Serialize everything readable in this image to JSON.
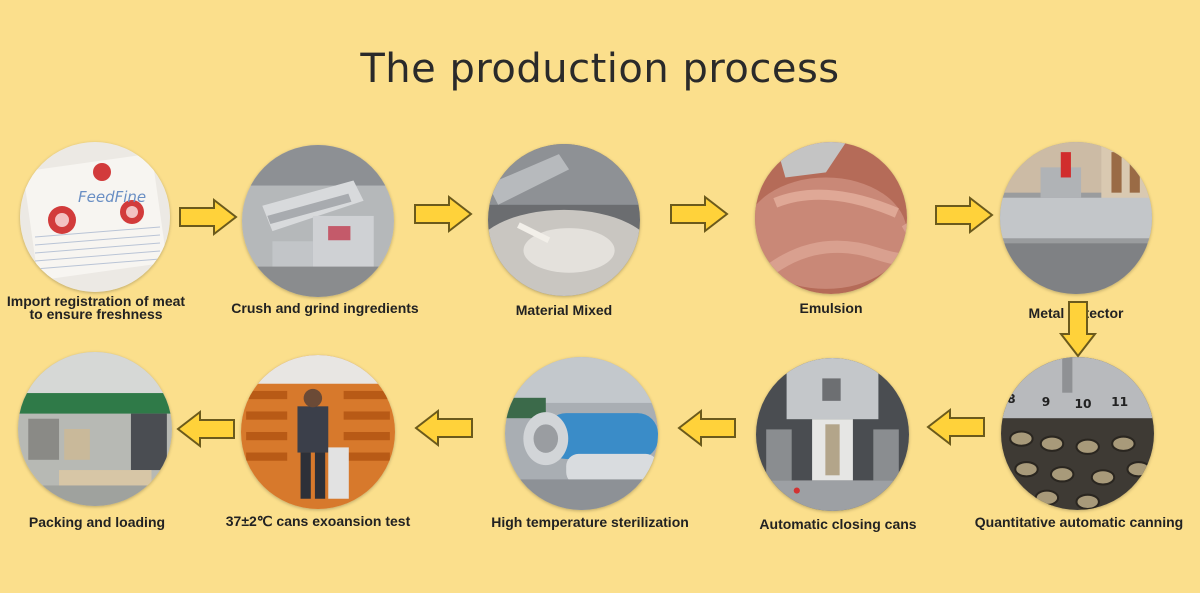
{
  "title": "The production process",
  "steps": [
    {
      "label_line1": "Import registration of meat",
      "label_line2": "to ensure freshness"
    },
    {
      "label": "Crush and grind ingredients"
    },
    {
      "label": "Material Mixed"
    },
    {
      "label": "Emulsion"
    },
    {
      "label": "Metal detector"
    },
    {
      "label": "Quantitative automatic canning"
    },
    {
      "label": "Automatic closing cans"
    },
    {
      "label": "High temperature sterilization"
    },
    {
      "label": "37±2℃ cans exoansion test"
    },
    {
      "label": "Packing and loading"
    }
  ],
  "photo_texts": {
    "cert_logo": "FeedFine",
    "dial_numbers": [
      "8",
      "9",
      "10",
      "11"
    ]
  },
  "colors": {
    "background": "#fbdf8c",
    "arrow_fill": "#ffd23a",
    "arrow_stroke": "#6b5a1c"
  }
}
